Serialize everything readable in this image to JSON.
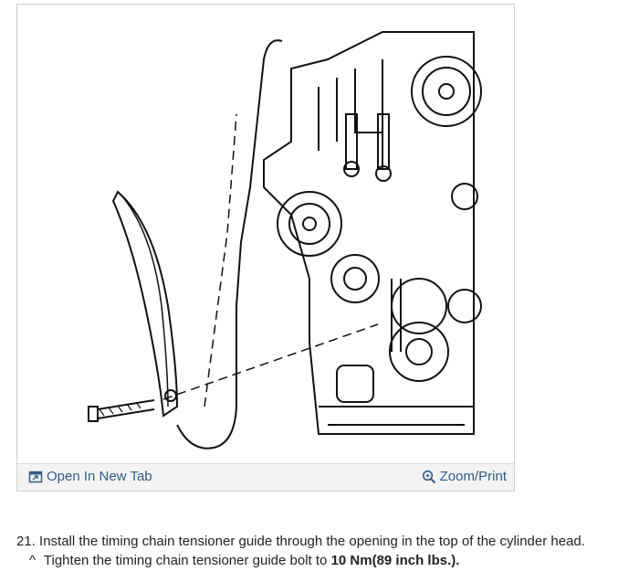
{
  "figure": {
    "open_tab_label": "Open In New Tab",
    "zoom_print_label": "Zoom/Print",
    "open_tab_icon": "open-new-tab-icon",
    "zoom_icon": "magnifier-icon"
  },
  "steps": {
    "main": {
      "number": "21.",
      "text": "Install the timing chain tensioner guide through the opening in the top of the cylinder head."
    },
    "sub": {
      "bullet": "^",
      "text": "Tighten the timing chain tensioner guide bolt to",
      "spec": "10 Nm(89 inch lbs.)."
    }
  },
  "colors": {
    "link": "#2e5d8a",
    "bar": "#f3f3f3",
    "border": "#cfcfcf"
  }
}
